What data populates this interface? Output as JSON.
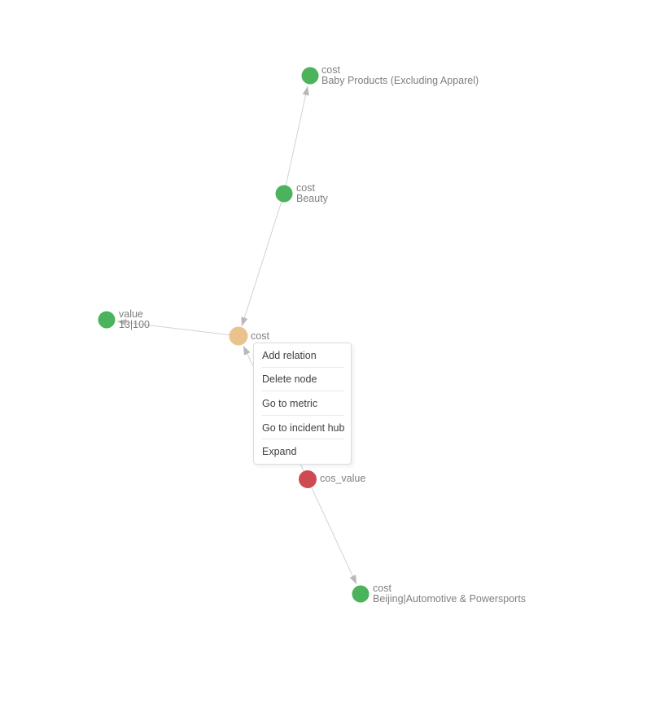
{
  "graph": {
    "nodes": {
      "baby_products": {
        "metric": "cost",
        "name": "Baby Products (Excluding Apparel)"
      },
      "beauty": {
        "metric": "cost",
        "name": "Beauty"
      },
      "value_node": {
        "metric": "value",
        "name": "13|100"
      },
      "selected": {
        "metric": "cost"
      },
      "cos_value": {
        "metric": "cos_value"
      },
      "beijing_auto": {
        "metric": "cost",
        "name": "Beijing|Automotive & Powersports"
      }
    }
  },
  "context_menu": {
    "items": [
      "Add relation",
      "Delete node",
      "Go to metric",
      "Go to incident hub",
      "Expand"
    ]
  },
  "colors": {
    "node_green": "#4bb35c",
    "node_selected_tan": "#eac28e",
    "node_red": "#cd4a52",
    "edge_gray": "#d2d2d2",
    "arrow_gray": "#b9b9b9"
  }
}
